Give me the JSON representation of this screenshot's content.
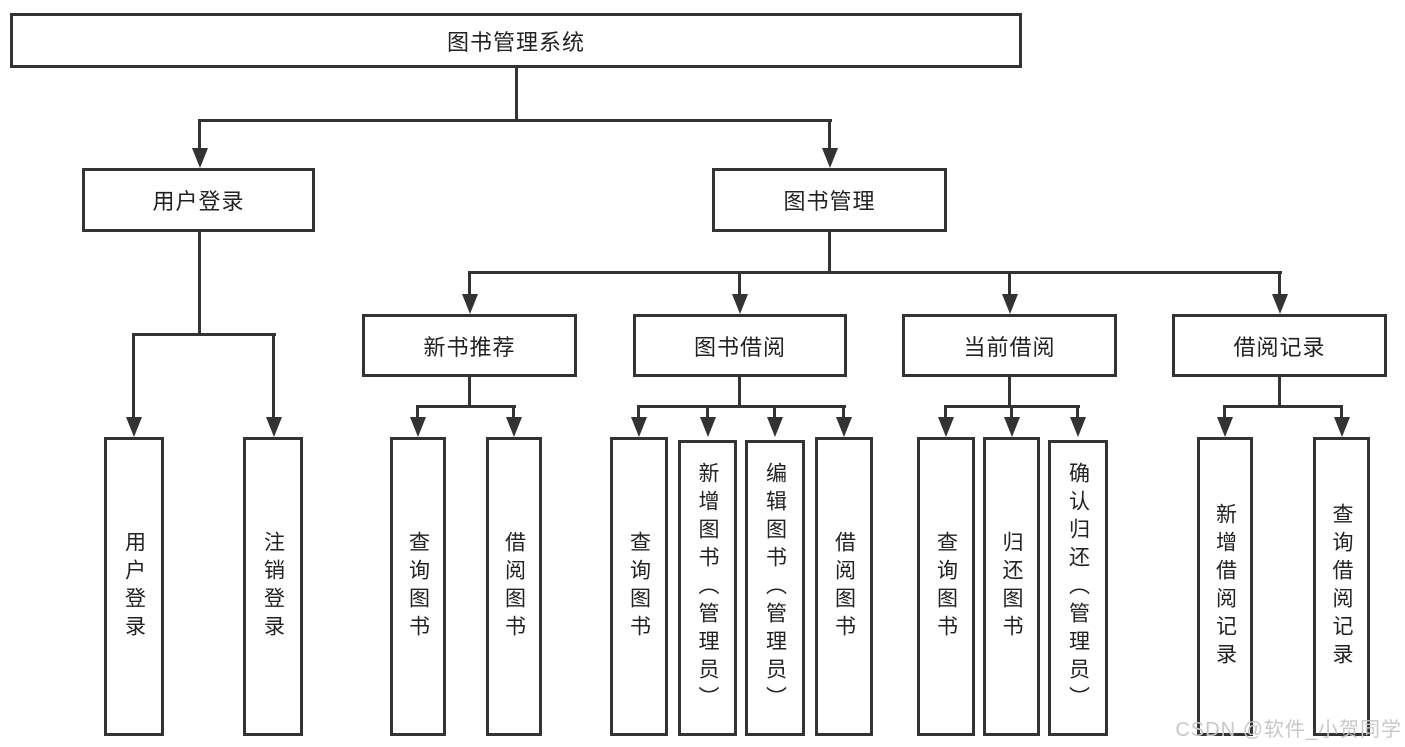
{
  "nodes": {
    "root": "图书管理系统",
    "level2": [
      "用户登录",
      "图书管理"
    ],
    "level3": [
      "新书推荐",
      "图书借阅",
      "当前借阅",
      "借阅记录"
    ],
    "leaves": [
      "用户登录",
      "注销登录",
      "查询图书",
      "借阅图书",
      "查询图书",
      "新增图书（管理员）",
      "编辑图书（管理员）",
      "借阅图书",
      "查询图书",
      "归还图书",
      "确认归还（管理员）",
      "新增借阅记录",
      "查询借阅记录"
    ]
  },
  "watermark": "CSDN @软件_小贺同学",
  "colors": {
    "line": "#333333",
    "text": "#222222",
    "background": "#ffffff",
    "watermark": "#c8c8c8"
  }
}
